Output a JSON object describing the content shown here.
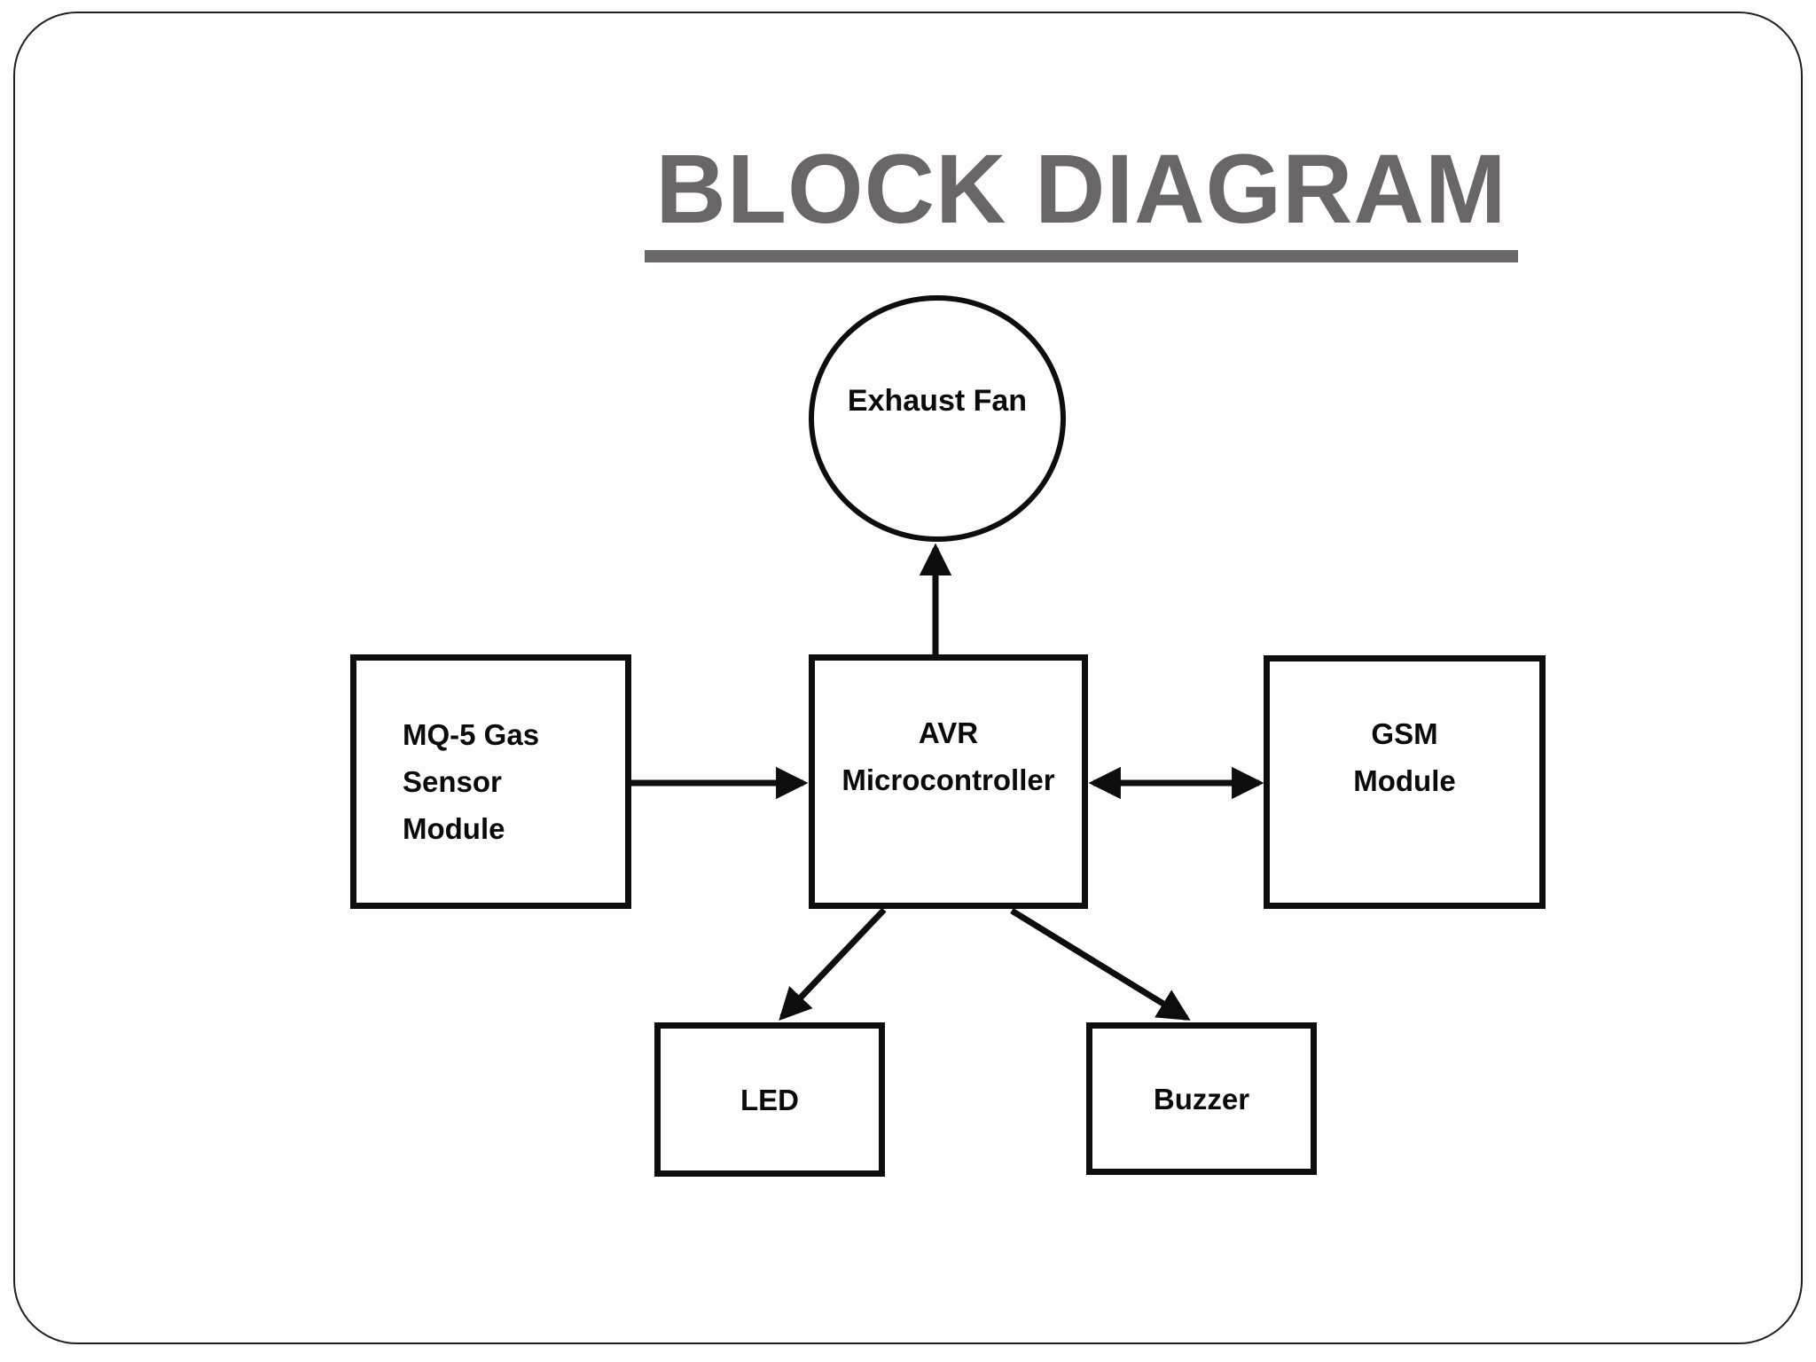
{
  "slide": {
    "title": "BLOCK DIAGRAM"
  },
  "nodes": {
    "exhaust_fan": {
      "label": "Exhaust Fan",
      "shape": "circle"
    },
    "mq5": {
      "label": "MQ-5 Gas\nSensor\nModule",
      "shape": "rect"
    },
    "avr": {
      "label": "AVR\nMicrocontroller",
      "shape": "rect"
    },
    "gsm": {
      "label": "GSM\nModule",
      "shape": "rect"
    },
    "led": {
      "label": "LED",
      "shape": "rect"
    },
    "buzzer": {
      "label": "Buzzer",
      "shape": "rect"
    }
  },
  "connections": [
    {
      "from": "MQ-5 Gas Sensor Module",
      "to": "AVR Microcontroller",
      "direction": "one-way"
    },
    {
      "from": "AVR Microcontroller",
      "to": "Exhaust Fan",
      "direction": "one-way"
    },
    {
      "from": "AVR Microcontroller",
      "to": "GSM Module",
      "direction": "two-way"
    },
    {
      "from": "AVR Microcontroller",
      "to": "LED",
      "direction": "one-way"
    },
    {
      "from": "AVR Microcontroller",
      "to": "Buzzer",
      "direction": "one-way"
    }
  ],
  "colors": {
    "title": "#6a6568",
    "node_stroke": "#0d0d0d",
    "background": "#fdfdfd"
  }
}
